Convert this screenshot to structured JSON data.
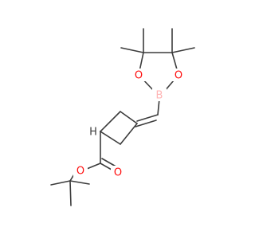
{
  "molecule": {
    "atoms": {
      "B": "B",
      "O_top_left": "O",
      "O_top_right": "O",
      "H": "H",
      "O_ester_single": "O",
      "O_ester_double": "O"
    },
    "colors": {
      "bond": "#3c3c3c",
      "oxygen": "#ff0d0d",
      "boron": "#ffb5b5",
      "hydrogen": "#3c3c3c"
    }
  }
}
